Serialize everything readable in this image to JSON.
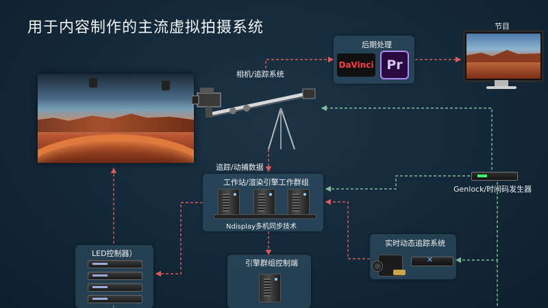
{
  "title": "用于内容制作的主流虚拟拍摄系统",
  "nodes": {
    "program": "节目",
    "post": "后期处理",
    "camera": "相机/追踪系统",
    "workstation": "工作站/渲染引擎工作群组",
    "ndisplay": "Ndisplay多机同步技术",
    "genlock": "Genlock/时间码发生器",
    "led_controller": "LED控制器）",
    "cluster_control": "引擎群组控制端",
    "mocap": "实时动态追踪系统"
  },
  "software": {
    "davinci": "DaVinci",
    "premiere": "Pr"
  },
  "links": {
    "tracking_data": "追踪/动捕数据"
  },
  "colors": {
    "background": "#132838",
    "panel": "#34566c",
    "red_link": "#e05a5a",
    "green_link": "#7fbf9a"
  }
}
